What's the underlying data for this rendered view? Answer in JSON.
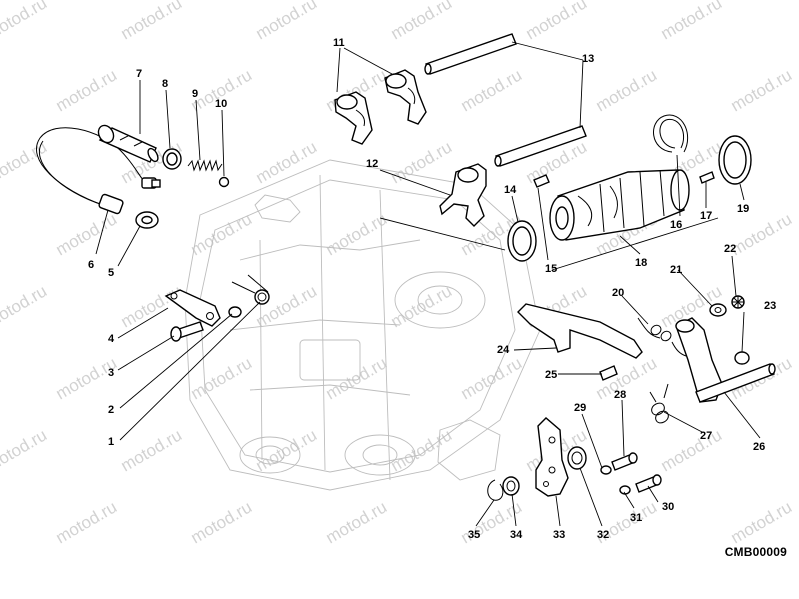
{
  "diagram": {
    "drawing_code": "CMB00009",
    "watermark": "motod.ru",
    "callouts": [
      "1",
      "2",
      "3",
      "4",
      "5",
      "6",
      "7",
      "8",
      "9",
      "10",
      "11",
      "12",
      "13",
      "14",
      "15",
      "16",
      "17",
      "18",
      "19",
      "20",
      "21",
      "22",
      "23",
      "24",
      "25",
      "26",
      "27",
      "28",
      "29",
      "30",
      "31",
      "32",
      "33",
      "34",
      "35"
    ]
  }
}
